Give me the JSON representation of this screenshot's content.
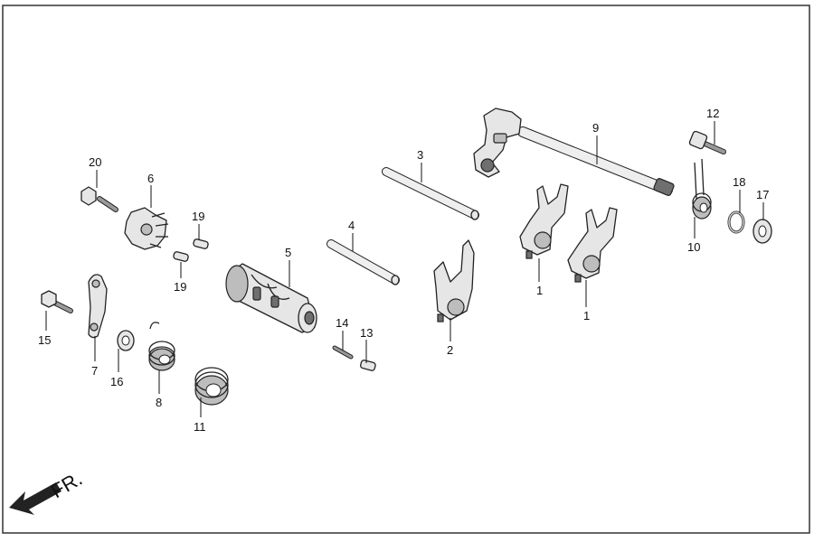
{
  "front_marker": {
    "text": "FR."
  },
  "callouts": [
    {
      "id": "20",
      "text": "20"
    },
    {
      "id": "6",
      "text": "6"
    },
    {
      "id": "19a",
      "text": "19"
    },
    {
      "id": "19b",
      "text": "19"
    },
    {
      "id": "15",
      "text": "15"
    },
    {
      "id": "7",
      "text": "7"
    },
    {
      "id": "16",
      "text": "16"
    },
    {
      "id": "8",
      "text": "8"
    },
    {
      "id": "11",
      "text": "11"
    },
    {
      "id": "5",
      "text": "5"
    },
    {
      "id": "4",
      "text": "4"
    },
    {
      "id": "3",
      "text": "3"
    },
    {
      "id": "14",
      "text": "14"
    },
    {
      "id": "13",
      "text": "13"
    },
    {
      "id": "2",
      "text": "2"
    },
    {
      "id": "9",
      "text": "9"
    },
    {
      "id": "1a",
      "text": "1"
    },
    {
      "id": "1b",
      "text": "1"
    },
    {
      "id": "12",
      "text": "12"
    },
    {
      "id": "10",
      "text": "10"
    },
    {
      "id": "18",
      "text": "18"
    },
    {
      "id": "17",
      "text": "17"
    }
  ]
}
